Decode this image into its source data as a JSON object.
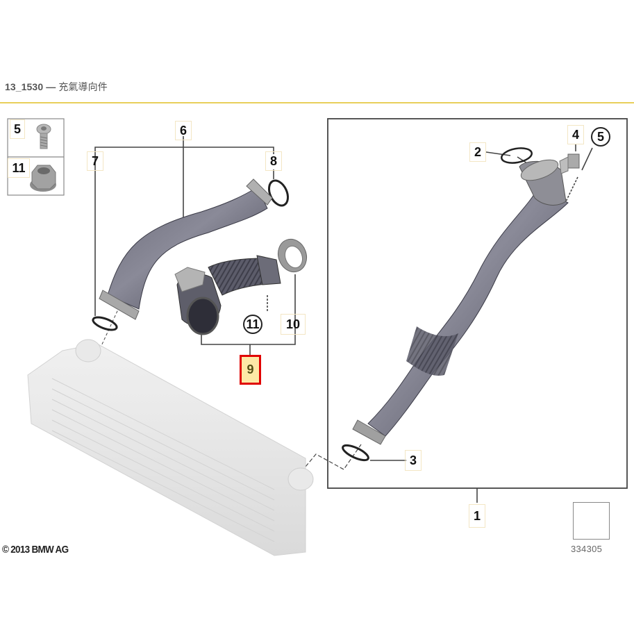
{
  "header": {
    "code": "13_1530",
    "separator": "—",
    "title_cn": "充氣導向件",
    "rule_color": "#e8cf5a"
  },
  "diagram": {
    "type": "exploded-parts-diagram",
    "selected_part": "9",
    "selected_highlight": {
      "border": "#e00000",
      "fill": "#fde8a6"
    },
    "legend_box": [
      {
        "number": "5",
        "part": "screw-bolt"
      },
      {
        "number": "11",
        "part": "hex-nut"
      }
    ],
    "callouts": [
      {
        "number": "1",
        "style": "box"
      },
      {
        "number": "2",
        "style": "box"
      },
      {
        "number": "3",
        "style": "box"
      },
      {
        "number": "4",
        "style": "box"
      },
      {
        "number": "5",
        "style": "circled"
      },
      {
        "number": "6",
        "style": "box"
      },
      {
        "number": "7",
        "style": "box"
      },
      {
        "number": "8",
        "style": "box"
      },
      {
        "number": "9",
        "style": "selected"
      },
      {
        "number": "10",
        "style": "box"
      },
      {
        "number": "11",
        "style": "circled"
      }
    ],
    "parts": [
      "charge-air-pipe-upper (6)",
      "charge-air-duct-with-bellows (9)",
      "charge-air-pipe-long-with-bellows (1)",
      "o-ring (2, 3, 7, 8)",
      "pressure-sensor (4)",
      "sealing-ring (10)",
      "intercooler"
    ]
  },
  "footer": {
    "copyright": "© 2013 BMW AG",
    "diagram_number": "334305",
    "nav_icon": "arrow-back-icon"
  }
}
